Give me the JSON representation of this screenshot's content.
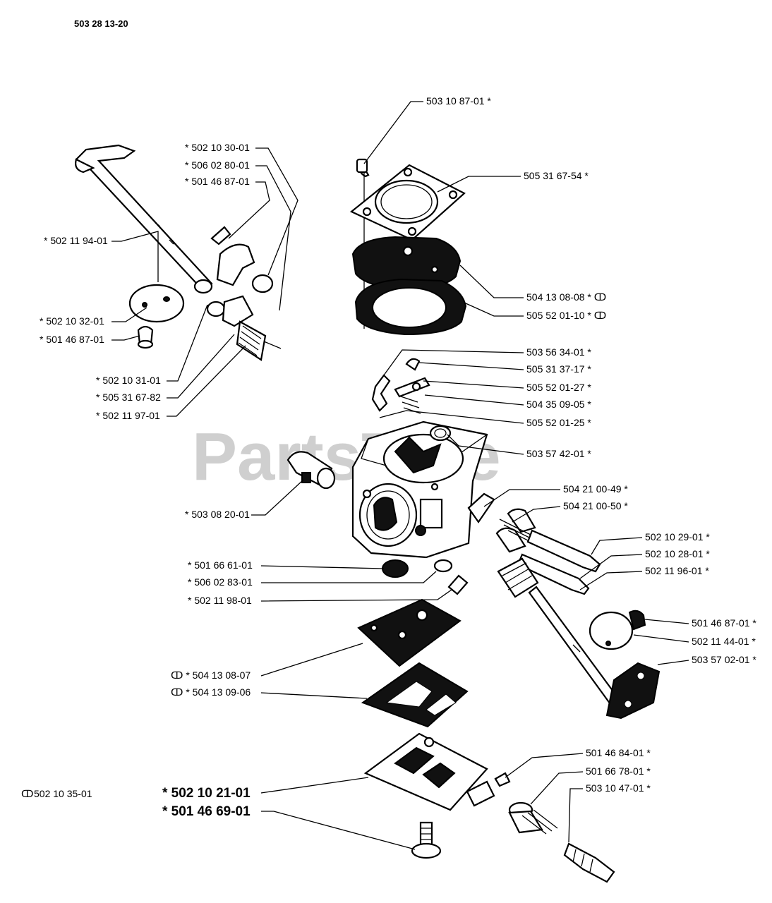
{
  "drawing_number": "503 28 13-20",
  "watermark": "PartsTree",
  "footnote": {
    "symbol": "ↀ",
    "part": "502 10 35-01"
  },
  "labels": [
    {
      "id": "l01",
      "text": "503 10 87-01 *"
    },
    {
      "id": "l02",
      "text": "* 502 10 30-01"
    },
    {
      "id": "l03",
      "text": "* 506 02 80-01"
    },
    {
      "id": "l04",
      "text": "* 501 46 87-01"
    },
    {
      "id": "l05",
      "text": "505 31 67-54 *"
    },
    {
      "id": "l06",
      "text": "* 502 11 94-01"
    },
    {
      "id": "l07",
      "text": "504 13 08-08 * ↀ"
    },
    {
      "id": "l08",
      "text": "505 52 01-10 * ↀ"
    },
    {
      "id": "l09",
      "text": "* 502 10 32-01"
    },
    {
      "id": "l10",
      "text": "* 501 46 87-01"
    },
    {
      "id": "l11",
      "text": "503 56 34-01 *"
    },
    {
      "id": "l12",
      "text": "505 31 37-17 *"
    },
    {
      "id": "l13",
      "text": "505 52 01-27 *"
    },
    {
      "id": "l14",
      "text": "504 35 09-05 *"
    },
    {
      "id": "l15",
      "text": "505 52 01-25 *"
    },
    {
      "id": "l16",
      "text": "* 502 10 31-01"
    },
    {
      "id": "l17",
      "text": "* 505 31 67-82"
    },
    {
      "id": "l18",
      "text": "* 502 11 97-01"
    },
    {
      "id": "l19",
      "text": "503 57 42-01 *"
    },
    {
      "id": "l20",
      "text": "504 21 00-49 *"
    },
    {
      "id": "l21",
      "text": "504 21 00-50 *"
    },
    {
      "id": "l22",
      "text": "* 503 08 20-01"
    },
    {
      "id": "l23",
      "text": "502 10 29-01 *"
    },
    {
      "id": "l24",
      "text": "502 10 28-01 *"
    },
    {
      "id": "l25",
      "text": "* 501 66 61-01"
    },
    {
      "id": "l26",
      "text": "502 11 96-01 *"
    },
    {
      "id": "l27",
      "text": "* 506 02 83-01"
    },
    {
      "id": "l28",
      "text": "* 502 11 98-01"
    },
    {
      "id": "l29",
      "text": "501 46 87-01 *"
    },
    {
      "id": "l30",
      "text": "502 11 44-01 *"
    },
    {
      "id": "l31",
      "text": "503 57 02-01 *"
    },
    {
      "id": "l32",
      "text": "ↀ * 504 13 08-07"
    },
    {
      "id": "l33",
      "text": "ↀ * 504 13 09-06"
    },
    {
      "id": "l34",
      "text": "501 46 84-01 *"
    },
    {
      "id": "l35",
      "text": "501 66 78-01 *"
    },
    {
      "id": "l36",
      "text": "503 10 47-01 *"
    },
    {
      "id": "l37",
      "text": "* 502 10 21-01"
    },
    {
      "id": "l38",
      "text": "* 501 46 69-01"
    }
  ]
}
